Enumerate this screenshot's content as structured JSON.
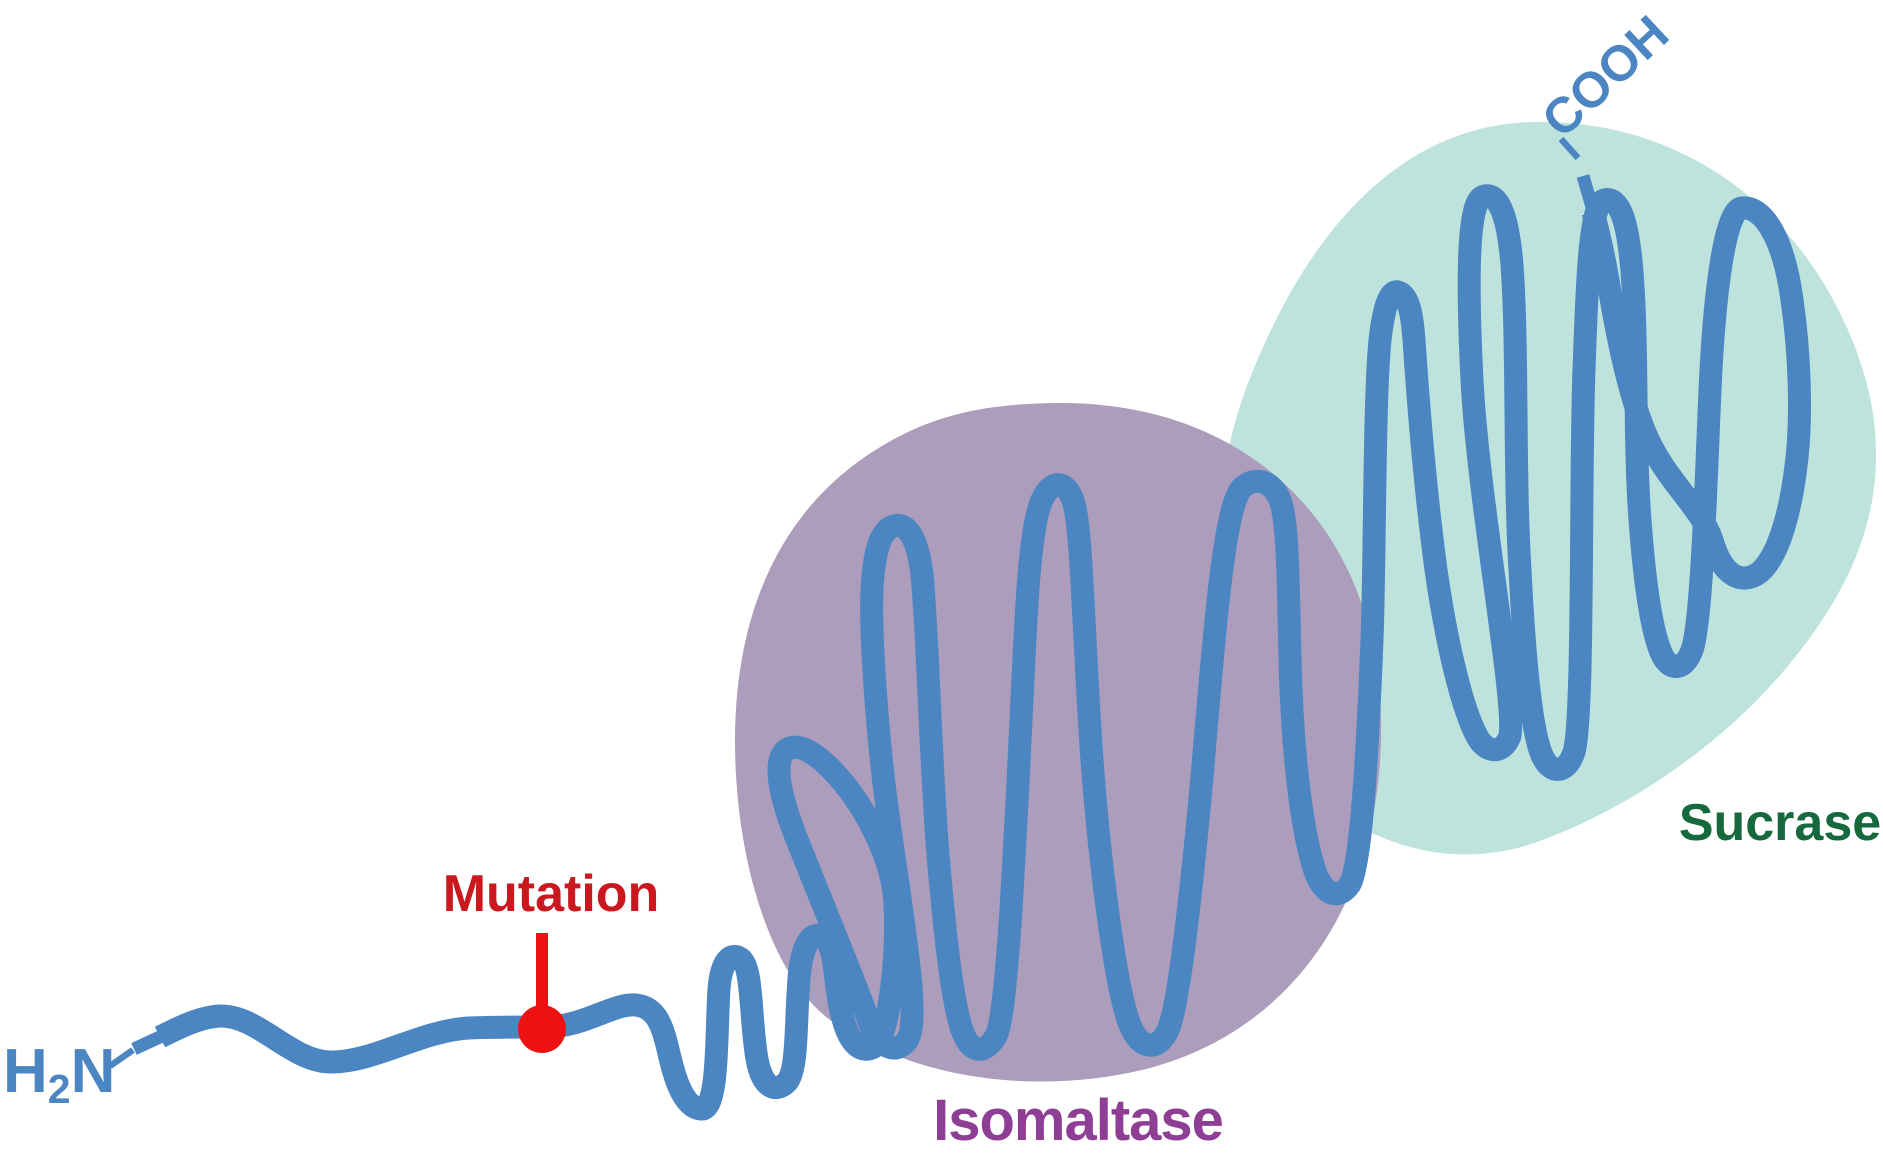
{
  "labels": {
    "n_terminus_h": "H",
    "n_terminus_sub": "2",
    "n_terminus_n": "N",
    "c_terminus": "COOH",
    "mutation": "Mutation",
    "isomaltase_domain": "Isomaltase",
    "sucrase_domain": "Sucrase"
  },
  "colors": {
    "chain_blue": "#4B86C3",
    "isomaltase_blob_purple": "#AB9DBB",
    "sucrase_blob_teal": "#BEE3DD",
    "mutation_label_red": "#C9191E",
    "mutation_marker_red": "#EE1111",
    "isomaltase_label_purple": "#8F3E96",
    "sucrase_label_green": "#16693C"
  }
}
